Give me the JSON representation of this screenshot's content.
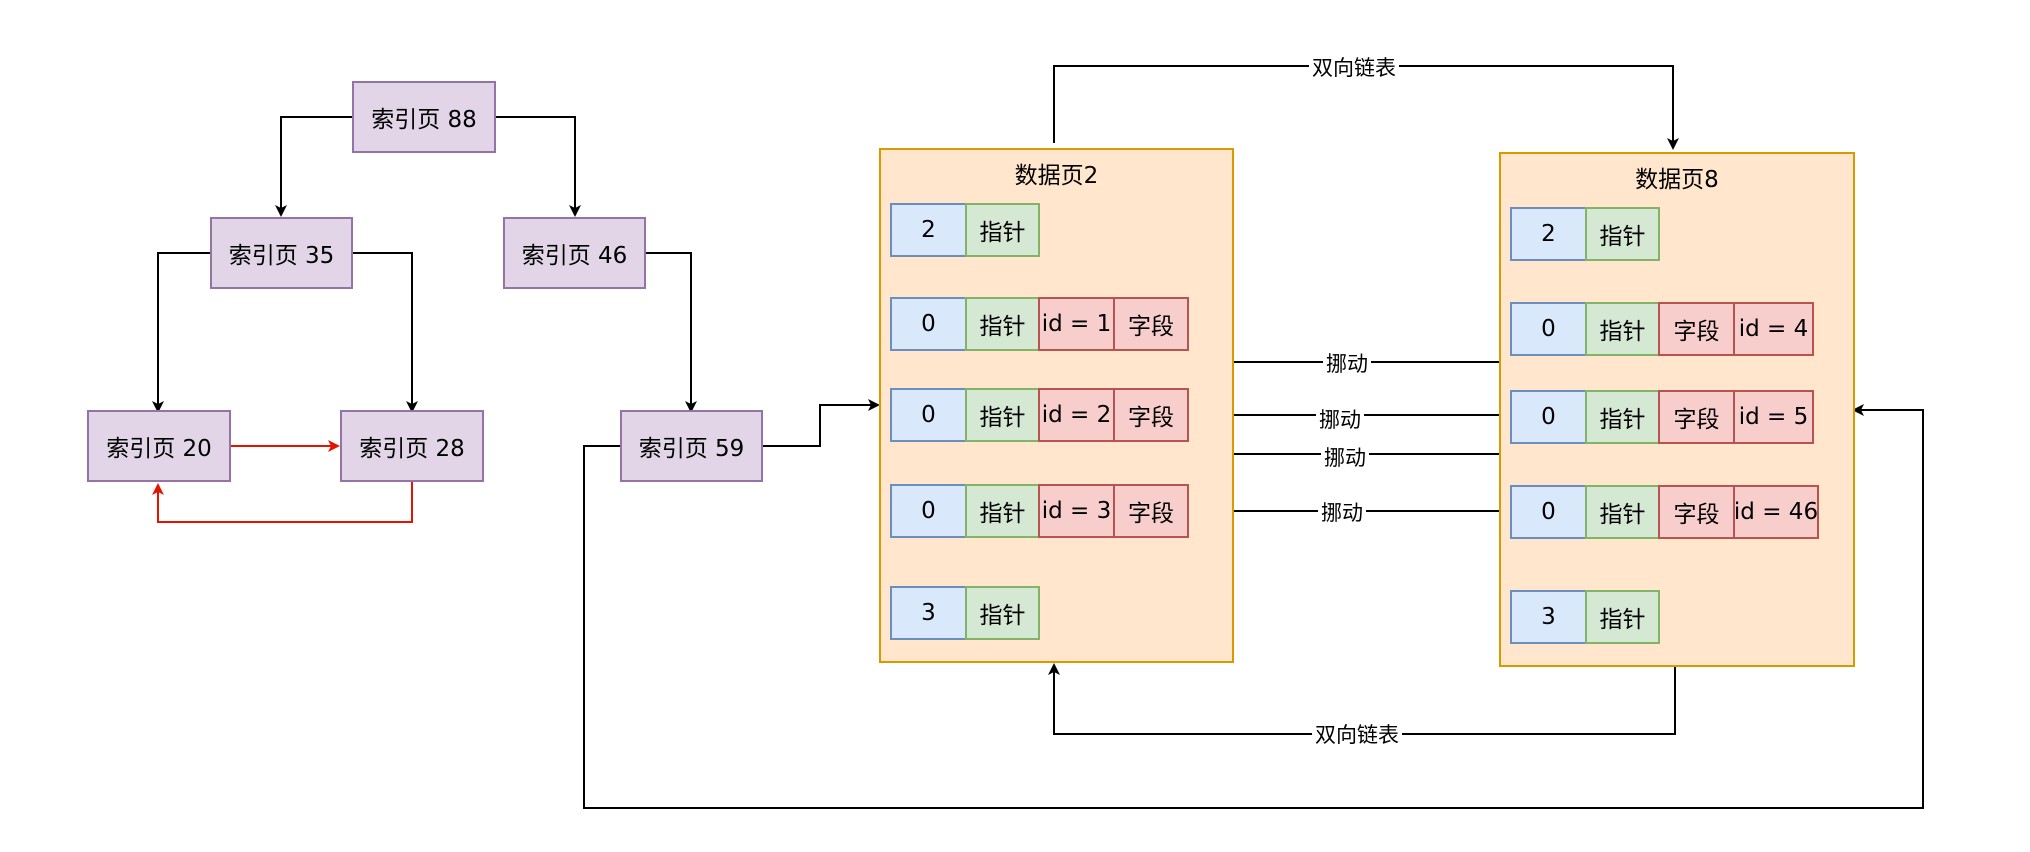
{
  "index_pages": {
    "p88": "索引页 88",
    "p35": "索引页 35",
    "p46": "索引页 46",
    "p20": "索引页 20",
    "p28": "索引页 28",
    "p59": "索引页 59"
  },
  "data_page_2": {
    "title": "数据页2",
    "rows": [
      {
        "num": "2",
        "ptr": "指针"
      },
      {
        "num": "0",
        "ptr": "指针",
        "id": "id = 1",
        "field": "字段"
      },
      {
        "num": "0",
        "ptr": "指针",
        "id": "id = 2",
        "field": "字段"
      },
      {
        "num": "0",
        "ptr": "指针",
        "id": "id = 3",
        "field": "字段"
      },
      {
        "num": "3",
        "ptr": "指针"
      }
    ]
  },
  "data_page_8": {
    "title": "数据页8",
    "rows": [
      {
        "num": "2",
        "ptr": "指针"
      },
      {
        "num": "0",
        "ptr": "指针",
        "field": "字段",
        "id": "id = 4"
      },
      {
        "num": "0",
        "ptr": "指针",
        "field": "字段",
        "id": "id = 5"
      },
      {
        "num": "0",
        "ptr": "指针",
        "field": "字段",
        "id": "id = 46"
      },
      {
        "num": "3",
        "ptr": "指针"
      }
    ]
  },
  "labels": {
    "doubly_linked_top": "双向链表",
    "doubly_linked_bottom": "双向链表",
    "move_1": "挪动",
    "move_2": "挪动",
    "move_3": "挪动",
    "move_4": "挪动"
  },
  "colors": {
    "index_fill": "#e1d5e7",
    "index_stroke": "#9673a6",
    "page_fill": "#ffe6cc",
    "page_stroke": "#d79b00",
    "num_fill": "#dae8fc",
    "ptr_fill": "#d5e8d4",
    "field_fill": "#f8cecc",
    "edge": "#000000",
    "highlight_edge": "#e51400"
  }
}
